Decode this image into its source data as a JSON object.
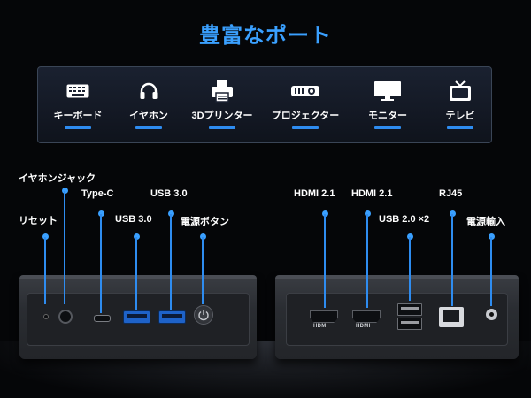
{
  "title": "豊富なポート",
  "devices": [
    {
      "label": "キーボード",
      "icon": "keyboard-icon"
    },
    {
      "label": "イヤホン",
      "icon": "headphones-icon"
    },
    {
      "label": "3Dプリンター",
      "icon": "3d-printer-icon"
    },
    {
      "label": "プロジェクター",
      "icon": "projector-icon"
    },
    {
      "label": "モニター",
      "icon": "monitor-icon"
    },
    {
      "label": "テレビ",
      "icon": "tv-icon"
    }
  ],
  "front_ports": [
    {
      "label": "リセット"
    },
    {
      "label": "イヤホンジャック"
    },
    {
      "label": "Type-C"
    },
    {
      "label": "USB 3.0"
    },
    {
      "label": "USB 3.0"
    },
    {
      "label": "電源ボタン"
    }
  ],
  "rear_ports": [
    {
      "label": "HDMI 2.1"
    },
    {
      "label": "HDMI 2.1"
    },
    {
      "label": "USB 2.0 ×2"
    },
    {
      "label": "RJ45"
    },
    {
      "label": "電源輸入"
    }
  ],
  "hdmi_mark": "HDMI",
  "colors": {
    "accent": "#3aa0ff",
    "underline": "#2e8cf0",
    "background": "#050608",
    "usb3": "#1e62c8"
  }
}
